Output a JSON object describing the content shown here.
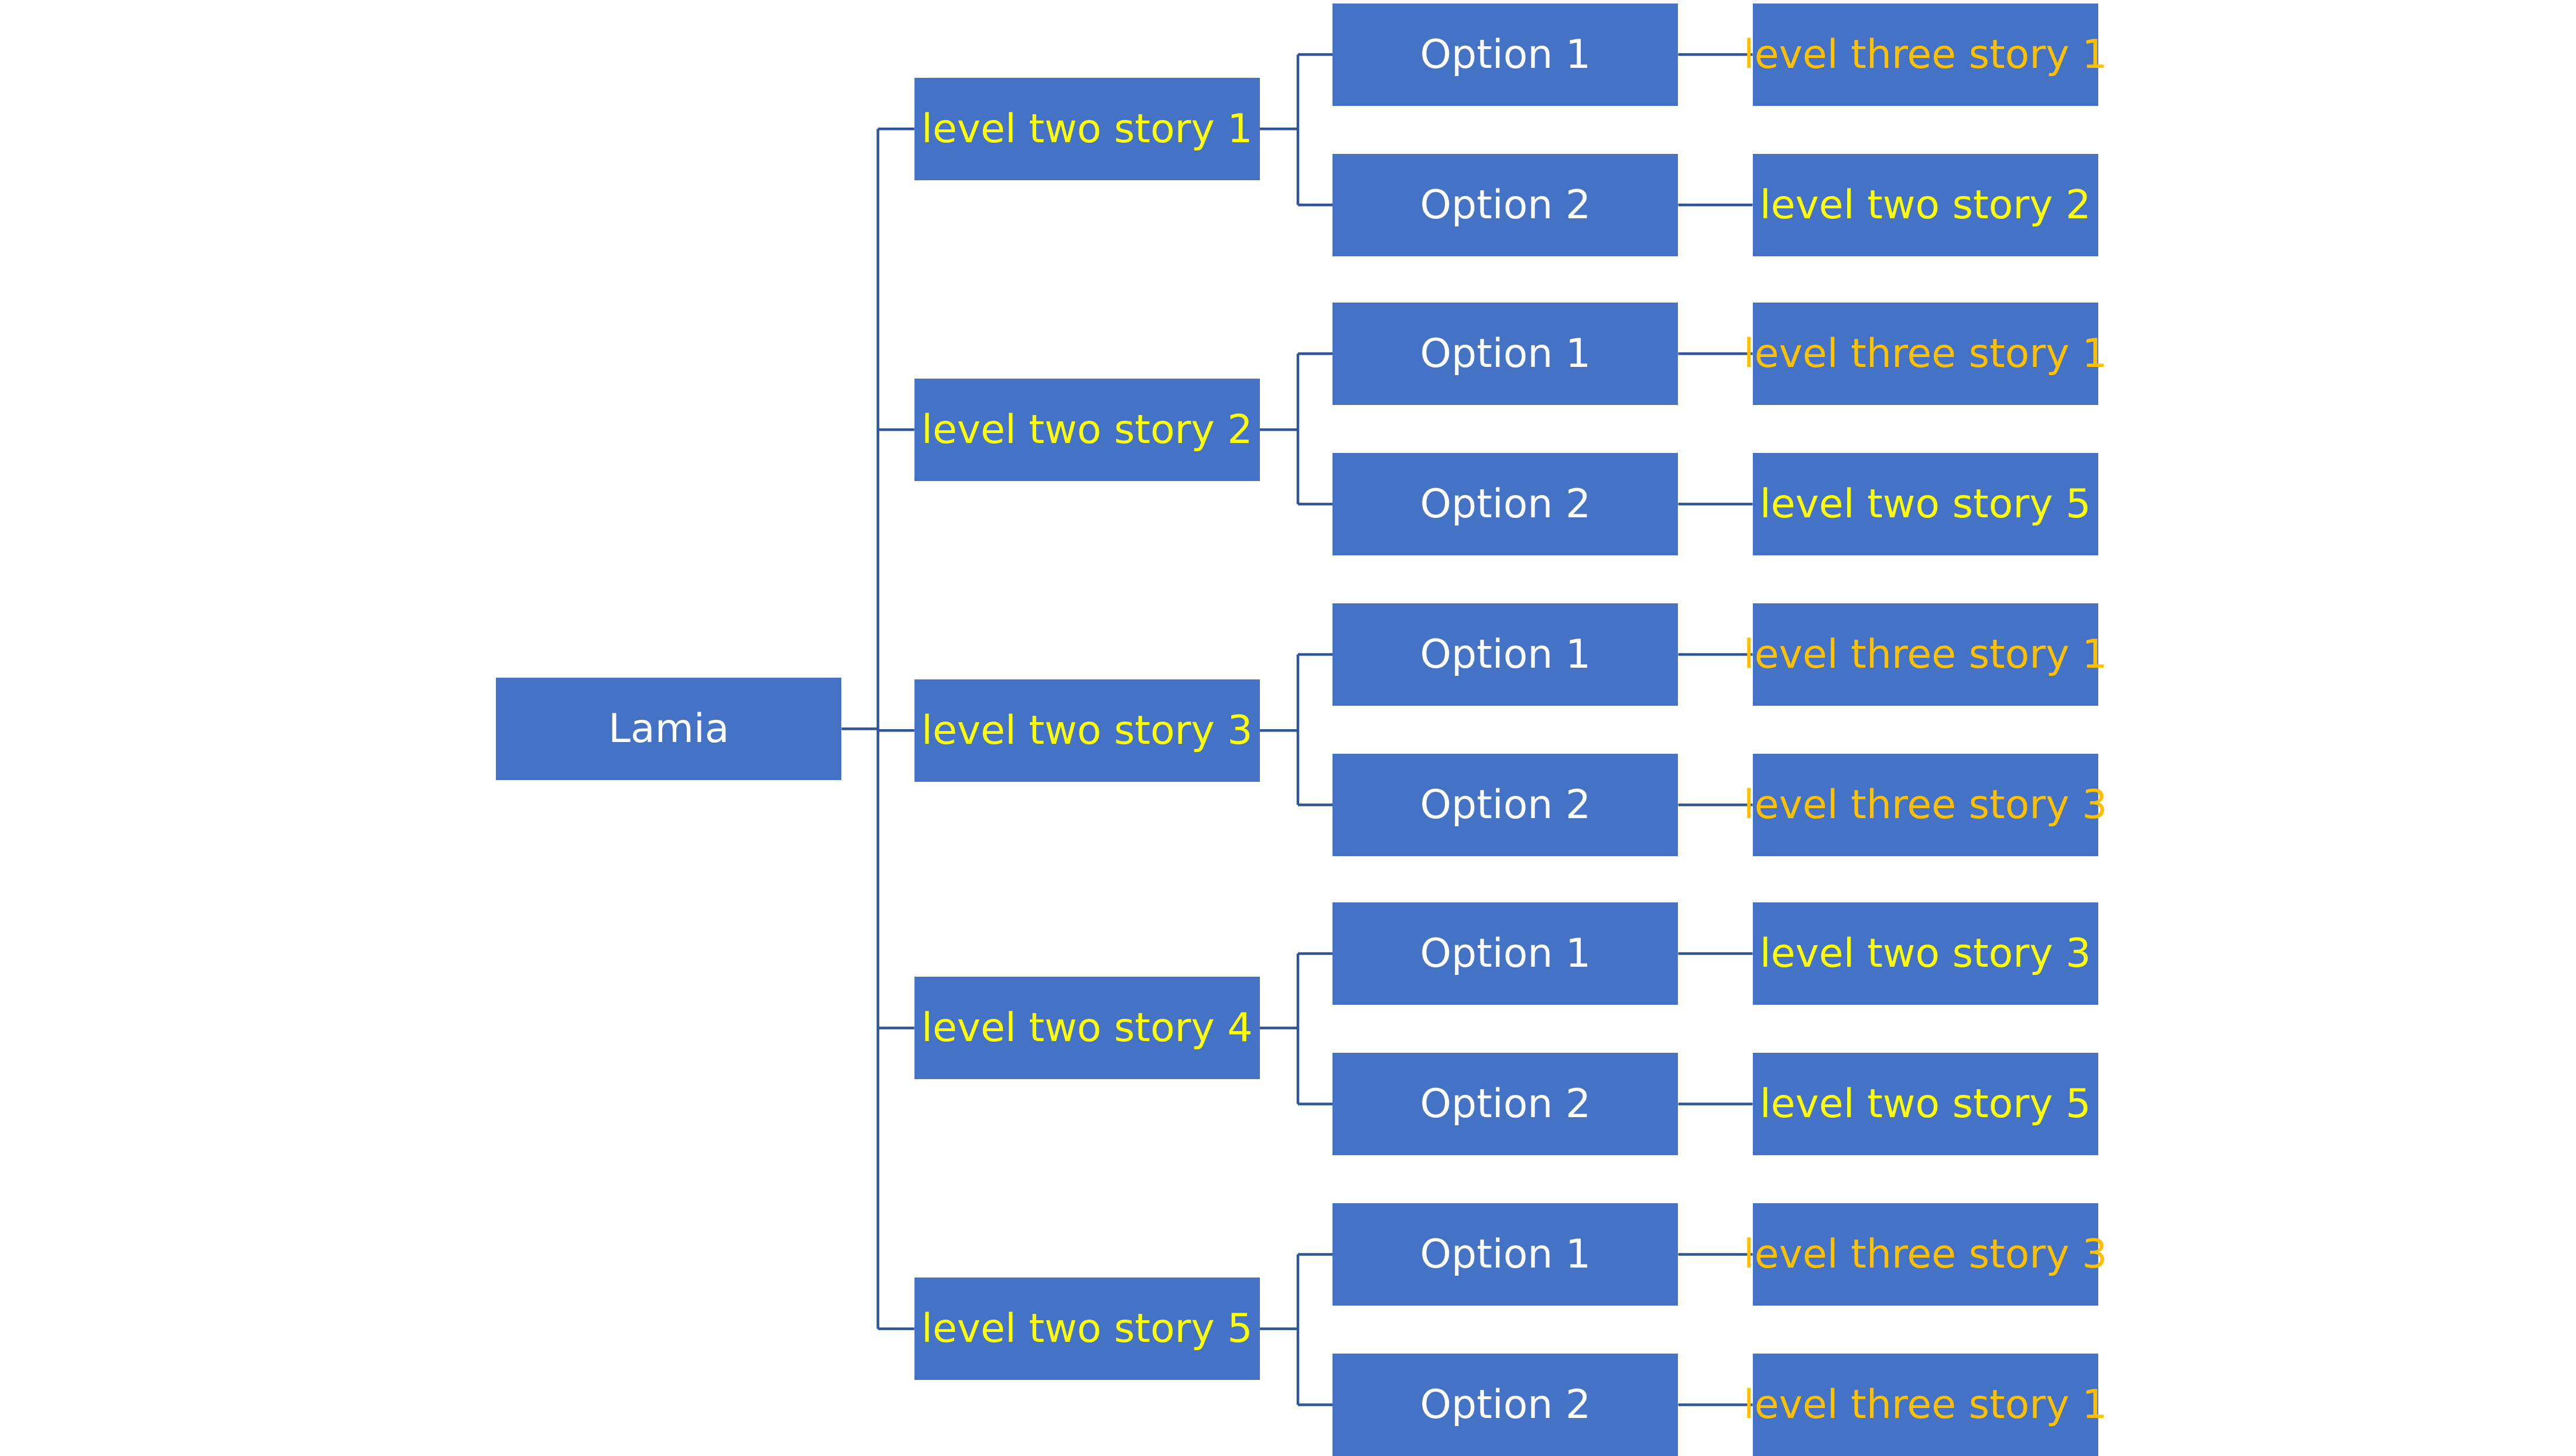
{
  "colors": {
    "box_fill": "#4472c4",
    "connector": "#2f5597",
    "text_white": "#ffffff",
    "text_yellow": "#ffff00",
    "text_gold": "#ffc000",
    "background": "#ffffff"
  },
  "root": {
    "label": "Lamia",
    "text_color": "white"
  },
  "branches": [
    {
      "label": "level two story 1",
      "text_color": "yellow",
      "options": [
        {
          "label": "Option 1",
          "outcome": {
            "label": "level three story 1",
            "text_color": "gold"
          }
        },
        {
          "label": "Option 2",
          "outcome": {
            "label": "level two story 2",
            "text_color": "yellow"
          }
        }
      ]
    },
    {
      "label": "level two story 2",
      "text_color": "yellow",
      "options": [
        {
          "label": "Option 1",
          "outcome": {
            "label": "level three story 1",
            "text_color": "gold"
          }
        },
        {
          "label": "Option 2",
          "outcome": {
            "label": "level two story 5",
            "text_color": "yellow"
          }
        }
      ]
    },
    {
      "label": "level two story 3",
      "text_color": "yellow",
      "options": [
        {
          "label": "Option 1",
          "outcome": {
            "label": "level three story 1",
            "text_color": "gold"
          }
        },
        {
          "label": "Option 2",
          "outcome": {
            "label": "level three story 3",
            "text_color": "gold"
          }
        }
      ]
    },
    {
      "label": "level two story 4",
      "text_color": "yellow",
      "options": [
        {
          "label": "Option 1",
          "outcome": {
            "label": "level two story 3",
            "text_color": "yellow"
          }
        },
        {
          "label": "Option 2",
          "outcome": {
            "label": "level two story 5",
            "text_color": "yellow"
          }
        }
      ]
    },
    {
      "label": "level two story 5",
      "text_color": "yellow",
      "options": [
        {
          "label": "Option 1",
          "outcome": {
            "label": "level three story 3",
            "text_color": "gold"
          }
        },
        {
          "label": "Option 2",
          "outcome": {
            "label": "level three story 1",
            "text_color": "gold"
          }
        }
      ]
    }
  ]
}
